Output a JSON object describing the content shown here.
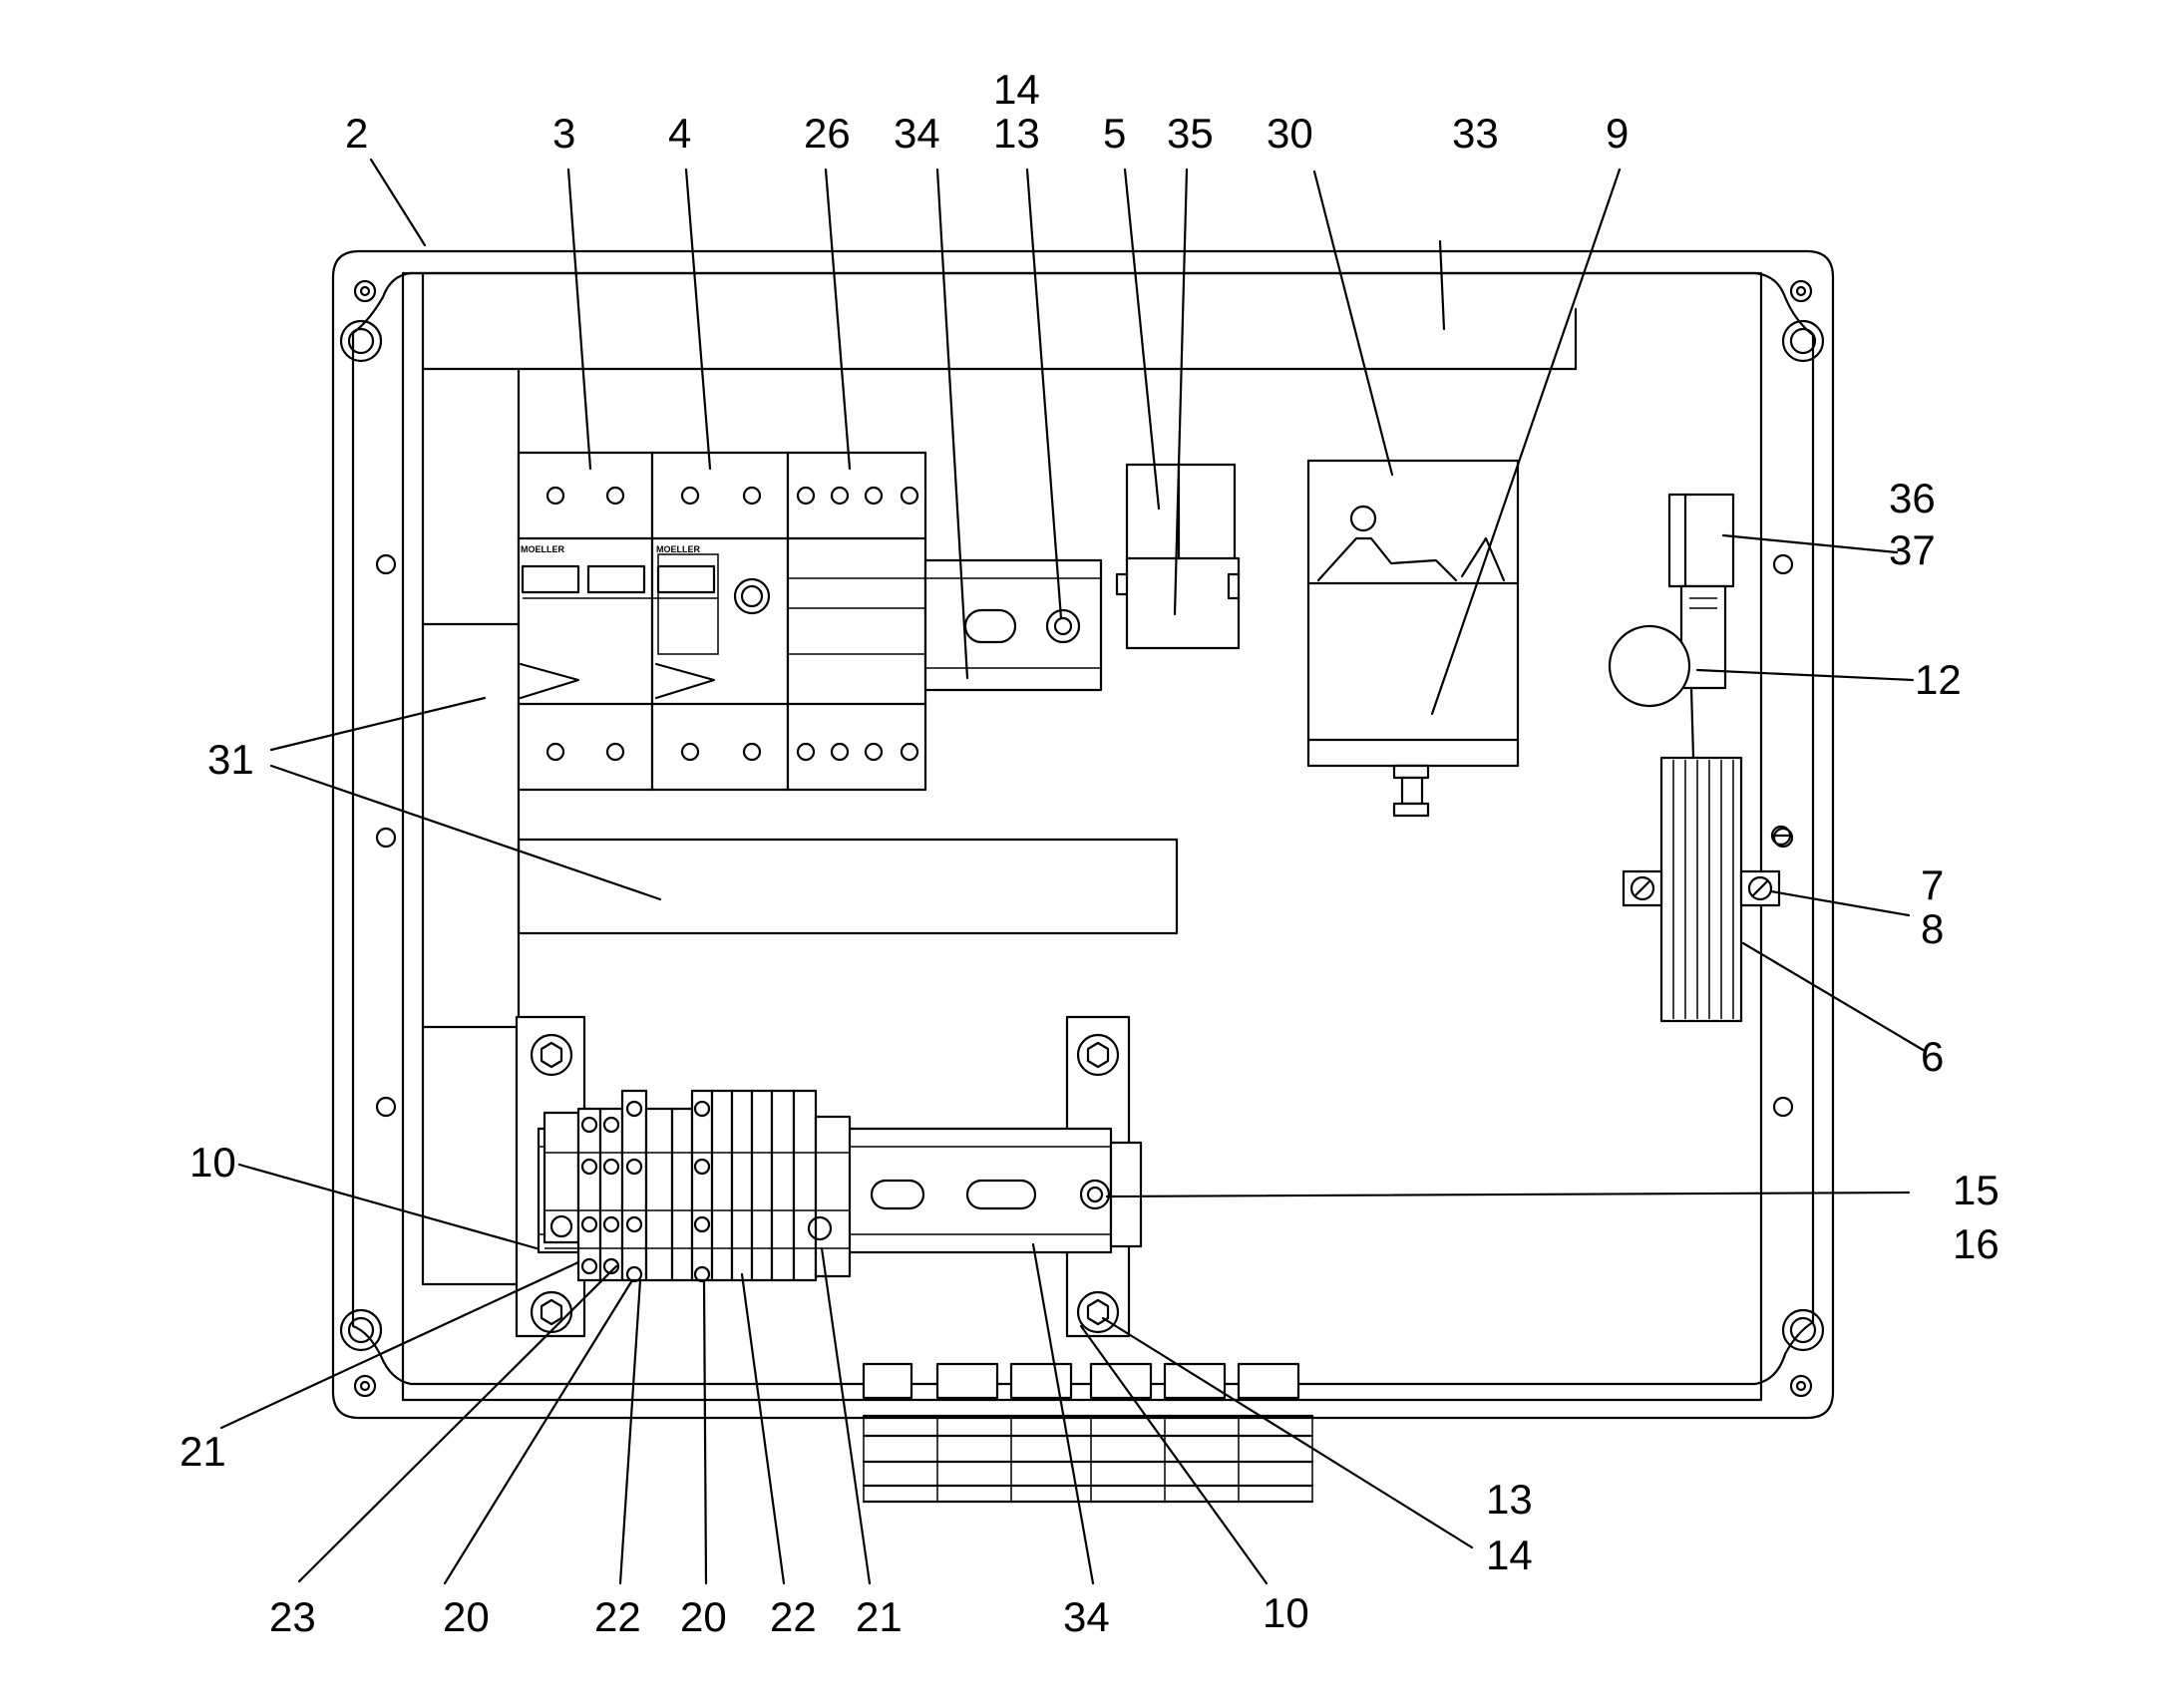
{
  "labels": {
    "2": "2",
    "3": "3",
    "4": "4",
    "26": "26",
    "34_top": "34",
    "14_top": "14",
    "13_top": "13",
    "5": "5",
    "35": "35",
    "30": "30",
    "33": "33",
    "9": "9",
    "36": "36",
    "37": "37",
    "12": "12",
    "31": "31",
    "7": "7",
    "8": "8",
    "6": "6",
    "10_left": "10",
    "15": "15",
    "16": "16",
    "21_left": "21",
    "23": "23",
    "20_a": "20",
    "22_a": "22",
    "20_b": "20",
    "22_b": "22",
    "21_b": "21",
    "34_bottom": "34",
    "10_bottom": "10",
    "13_bottom": "13",
    "14_bottom": "14"
  },
  "components": {
    "breaker_brand_1": "MOELLER",
    "breaker_brand_2": "MOELLER"
  }
}
